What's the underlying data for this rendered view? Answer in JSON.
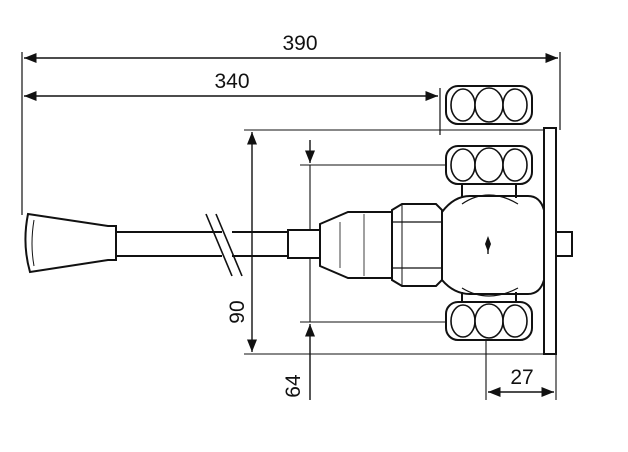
{
  "dimensions": {
    "overall_length": "390",
    "lever_to_valve": "340",
    "outer_height": "90",
    "inner_height": "64",
    "flange_depth": "27"
  },
  "colors": {
    "line": "#111111",
    "background": "#ffffff",
    "body_shade": "#d9d9d9"
  }
}
